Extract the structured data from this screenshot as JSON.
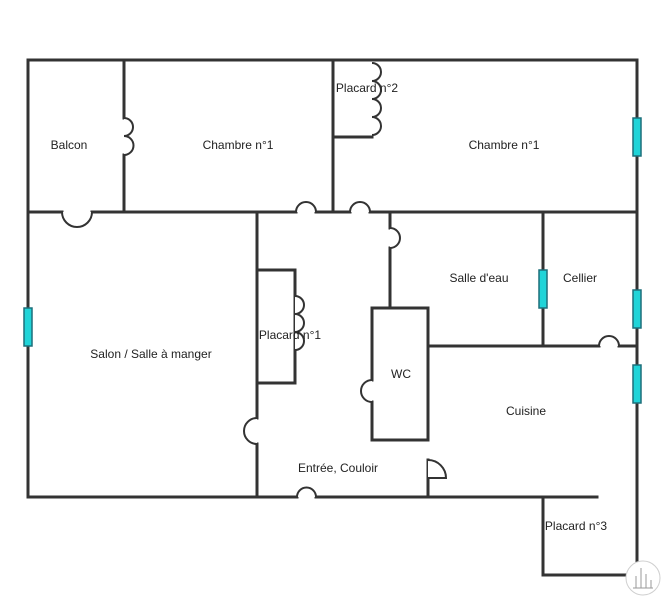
{
  "plan": {
    "rooms": [
      {
        "id": "balcon",
        "label": "Balcon"
      },
      {
        "id": "chambre-1-left",
        "label": "Chambre n°1"
      },
      {
        "id": "placard-2",
        "label": "Placard n°2"
      },
      {
        "id": "chambre-1-right",
        "label": "Chambre n°1"
      },
      {
        "id": "salle-eau",
        "label": "Salle d'eau"
      },
      {
        "id": "cellier",
        "label": "Cellier"
      },
      {
        "id": "salon",
        "label": "Salon / Salle à manger"
      },
      {
        "id": "placard-1",
        "label": "Placard n°1"
      },
      {
        "id": "wc",
        "label": "WC"
      },
      {
        "id": "cuisine",
        "label": "Cuisine"
      },
      {
        "id": "entree",
        "label": "Entrée, Couloir"
      },
      {
        "id": "placard-3",
        "label": "Placard n°3"
      }
    ],
    "colors": {
      "wall": "#333333",
      "window": "#20d4d8"
    }
  }
}
